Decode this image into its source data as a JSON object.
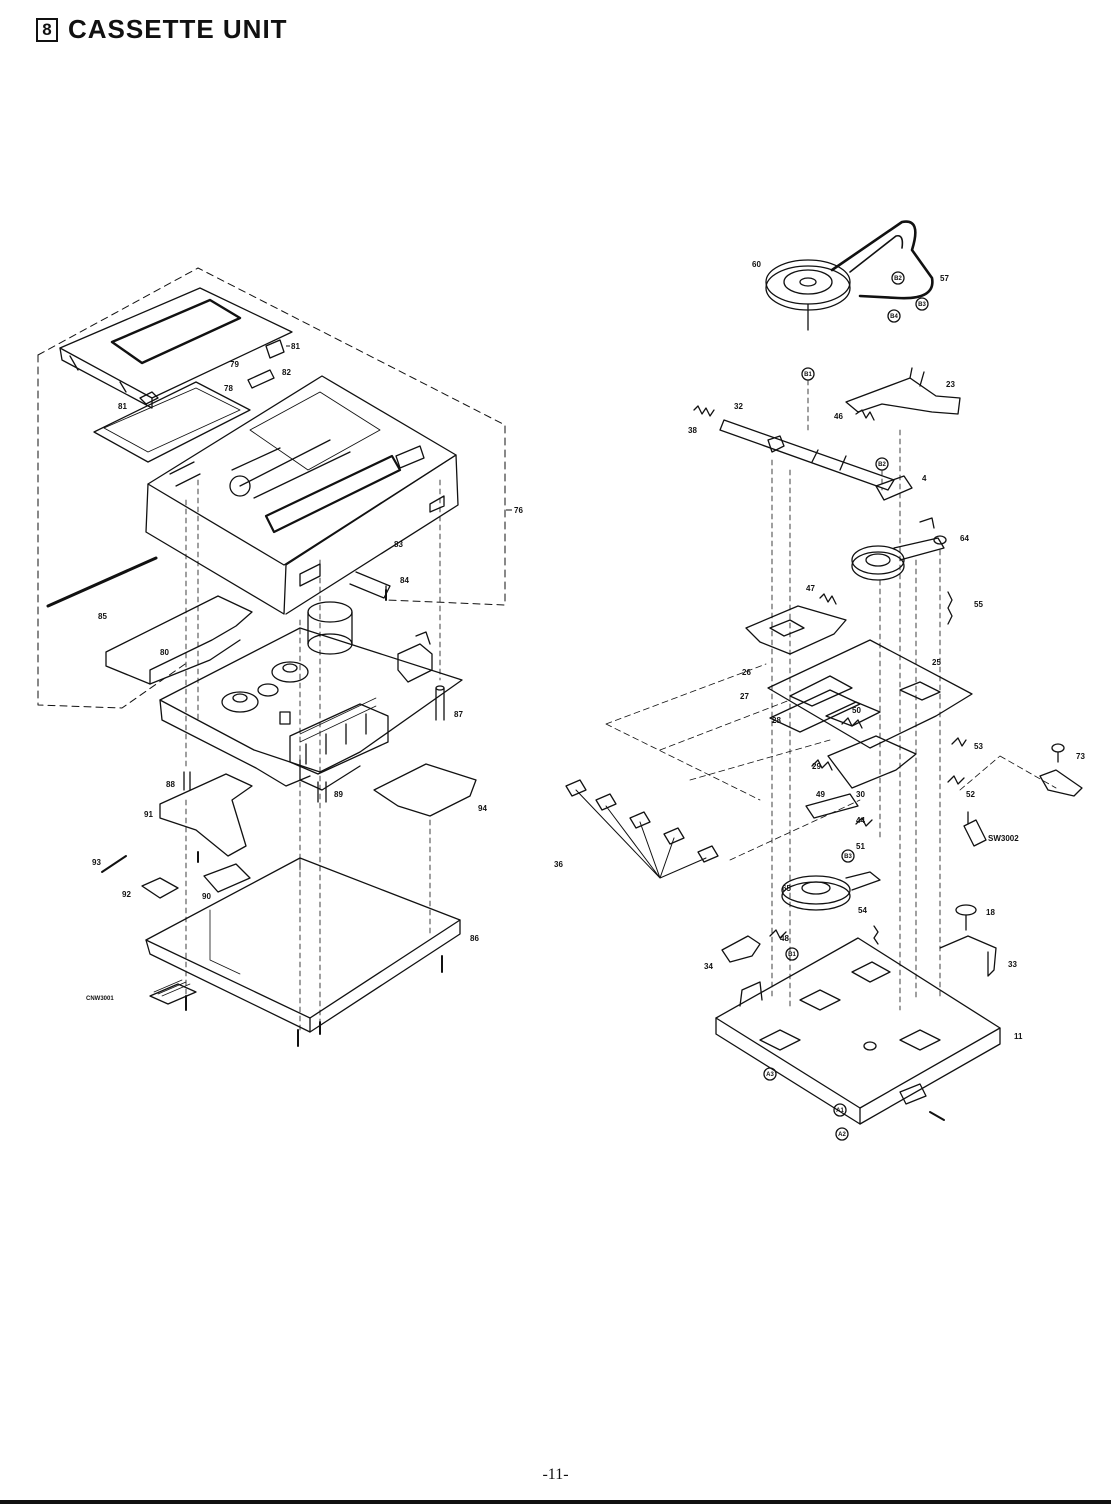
{
  "header": {
    "section_number": "8",
    "title": "CASSETTE UNIT"
  },
  "left_assembly": {
    "labels": [
      "81",
      "79",
      "82",
      "78",
      "81",
      "76",
      "83",
      "84",
      "85",
      "80",
      "87",
      "88",
      "89",
      "91",
      "94",
      "93",
      "92",
      "90",
      "86",
      "CNW3001"
    ]
  },
  "right_assembly": {
    "labels": [
      "60",
      "57",
      "23",
      "32",
      "46",
      "38",
      "4",
      "64",
      "47",
      "55",
      "26",
      "25",
      "27",
      "28",
      "50",
      "53",
      "73",
      "29",
      "49",
      "30",
      "52",
      "44",
      "SW3002",
      "51",
      "36",
      "65",
      "54",
      "18",
      "48",
      "34",
      "33",
      "11"
    ],
    "circled_refs": [
      "B2",
      "B3",
      "B4",
      "B1",
      "B2",
      "B3",
      "B1",
      "A3",
      "A1",
      "A2"
    ]
  },
  "footer": {
    "page_number": "-11-"
  }
}
